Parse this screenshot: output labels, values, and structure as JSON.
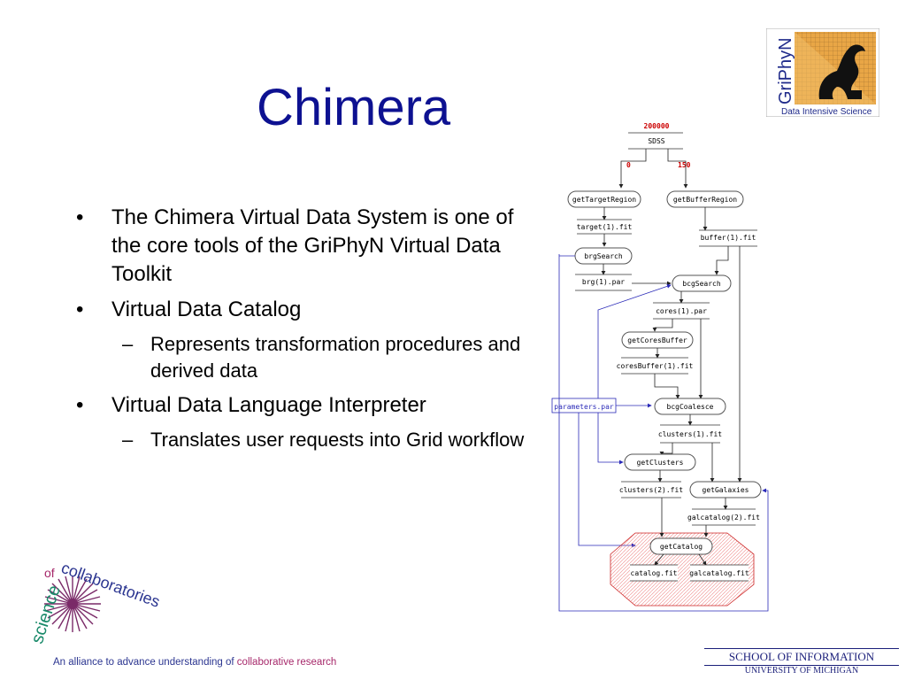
{
  "title": "Chimera",
  "bullets": [
    {
      "text": "The Chimera Virtual Data System is one of the core tools of the GriPhyN Virtual Data Toolkit"
    },
    {
      "text": "Virtual Data Catalog",
      "sub": "Represents transformation procedures and derived data"
    },
    {
      "text": "Virtual Data Language Interpreter",
      "sub": "Translates user requests into Grid workflow"
    }
  ],
  "bullet_glyph": "•",
  "dash_glyph": "–",
  "griphyn_logo": {
    "name": "GriPhyN",
    "caption": "Data Intensive Science"
  },
  "collab_logo": {
    "line1": "science",
    "of": "of",
    "line2": "collaboratories",
    "tagline_prefix": "An alliance to advance understanding of ",
    "tagline_highlight": "collaborative research"
  },
  "footer": {
    "school": "SCHOOL OF INFORMATION",
    "university": "UNIVERSITY OF MICHIGAN"
  },
  "workflow": {
    "top_value": "200000",
    "source": "SDSS",
    "left_range": "0",
    "right_range": "150",
    "nodes": {
      "getTargetRegion": "getTargetRegion",
      "getBufferRegion": "getBufferRegion",
      "brgSearch": "brgSearch",
      "bcgSearch": "bcgSearch",
      "getCoresBuffer": "getCoresBuffer",
      "bcgCoalesce": "bcgCoalesce",
      "getClusters": "getClusters",
      "getGalaxies": "getGalaxies",
      "getCatalog": "getCatalog"
    },
    "files": {
      "target": "target(1).fit",
      "buffer": "buffer(1).fit",
      "brg": "brg(1).par",
      "cores": "cores(1).par",
      "coresBuffer": "coresBuffer(1).fit",
      "parameters": "parameters.par",
      "clusters1": "clusters(1).fit",
      "clusters2": "clusters(2).fit",
      "galcatalog2": "galcatalog(2).fit",
      "catalog": "catalog.fit",
      "galcatalog": "galcatalog.fit"
    },
    "colors": {
      "node_stroke": "#555555",
      "edge": "#222222",
      "param_edge": "#2a2ab8",
      "highlight": "#cc2222"
    }
  }
}
